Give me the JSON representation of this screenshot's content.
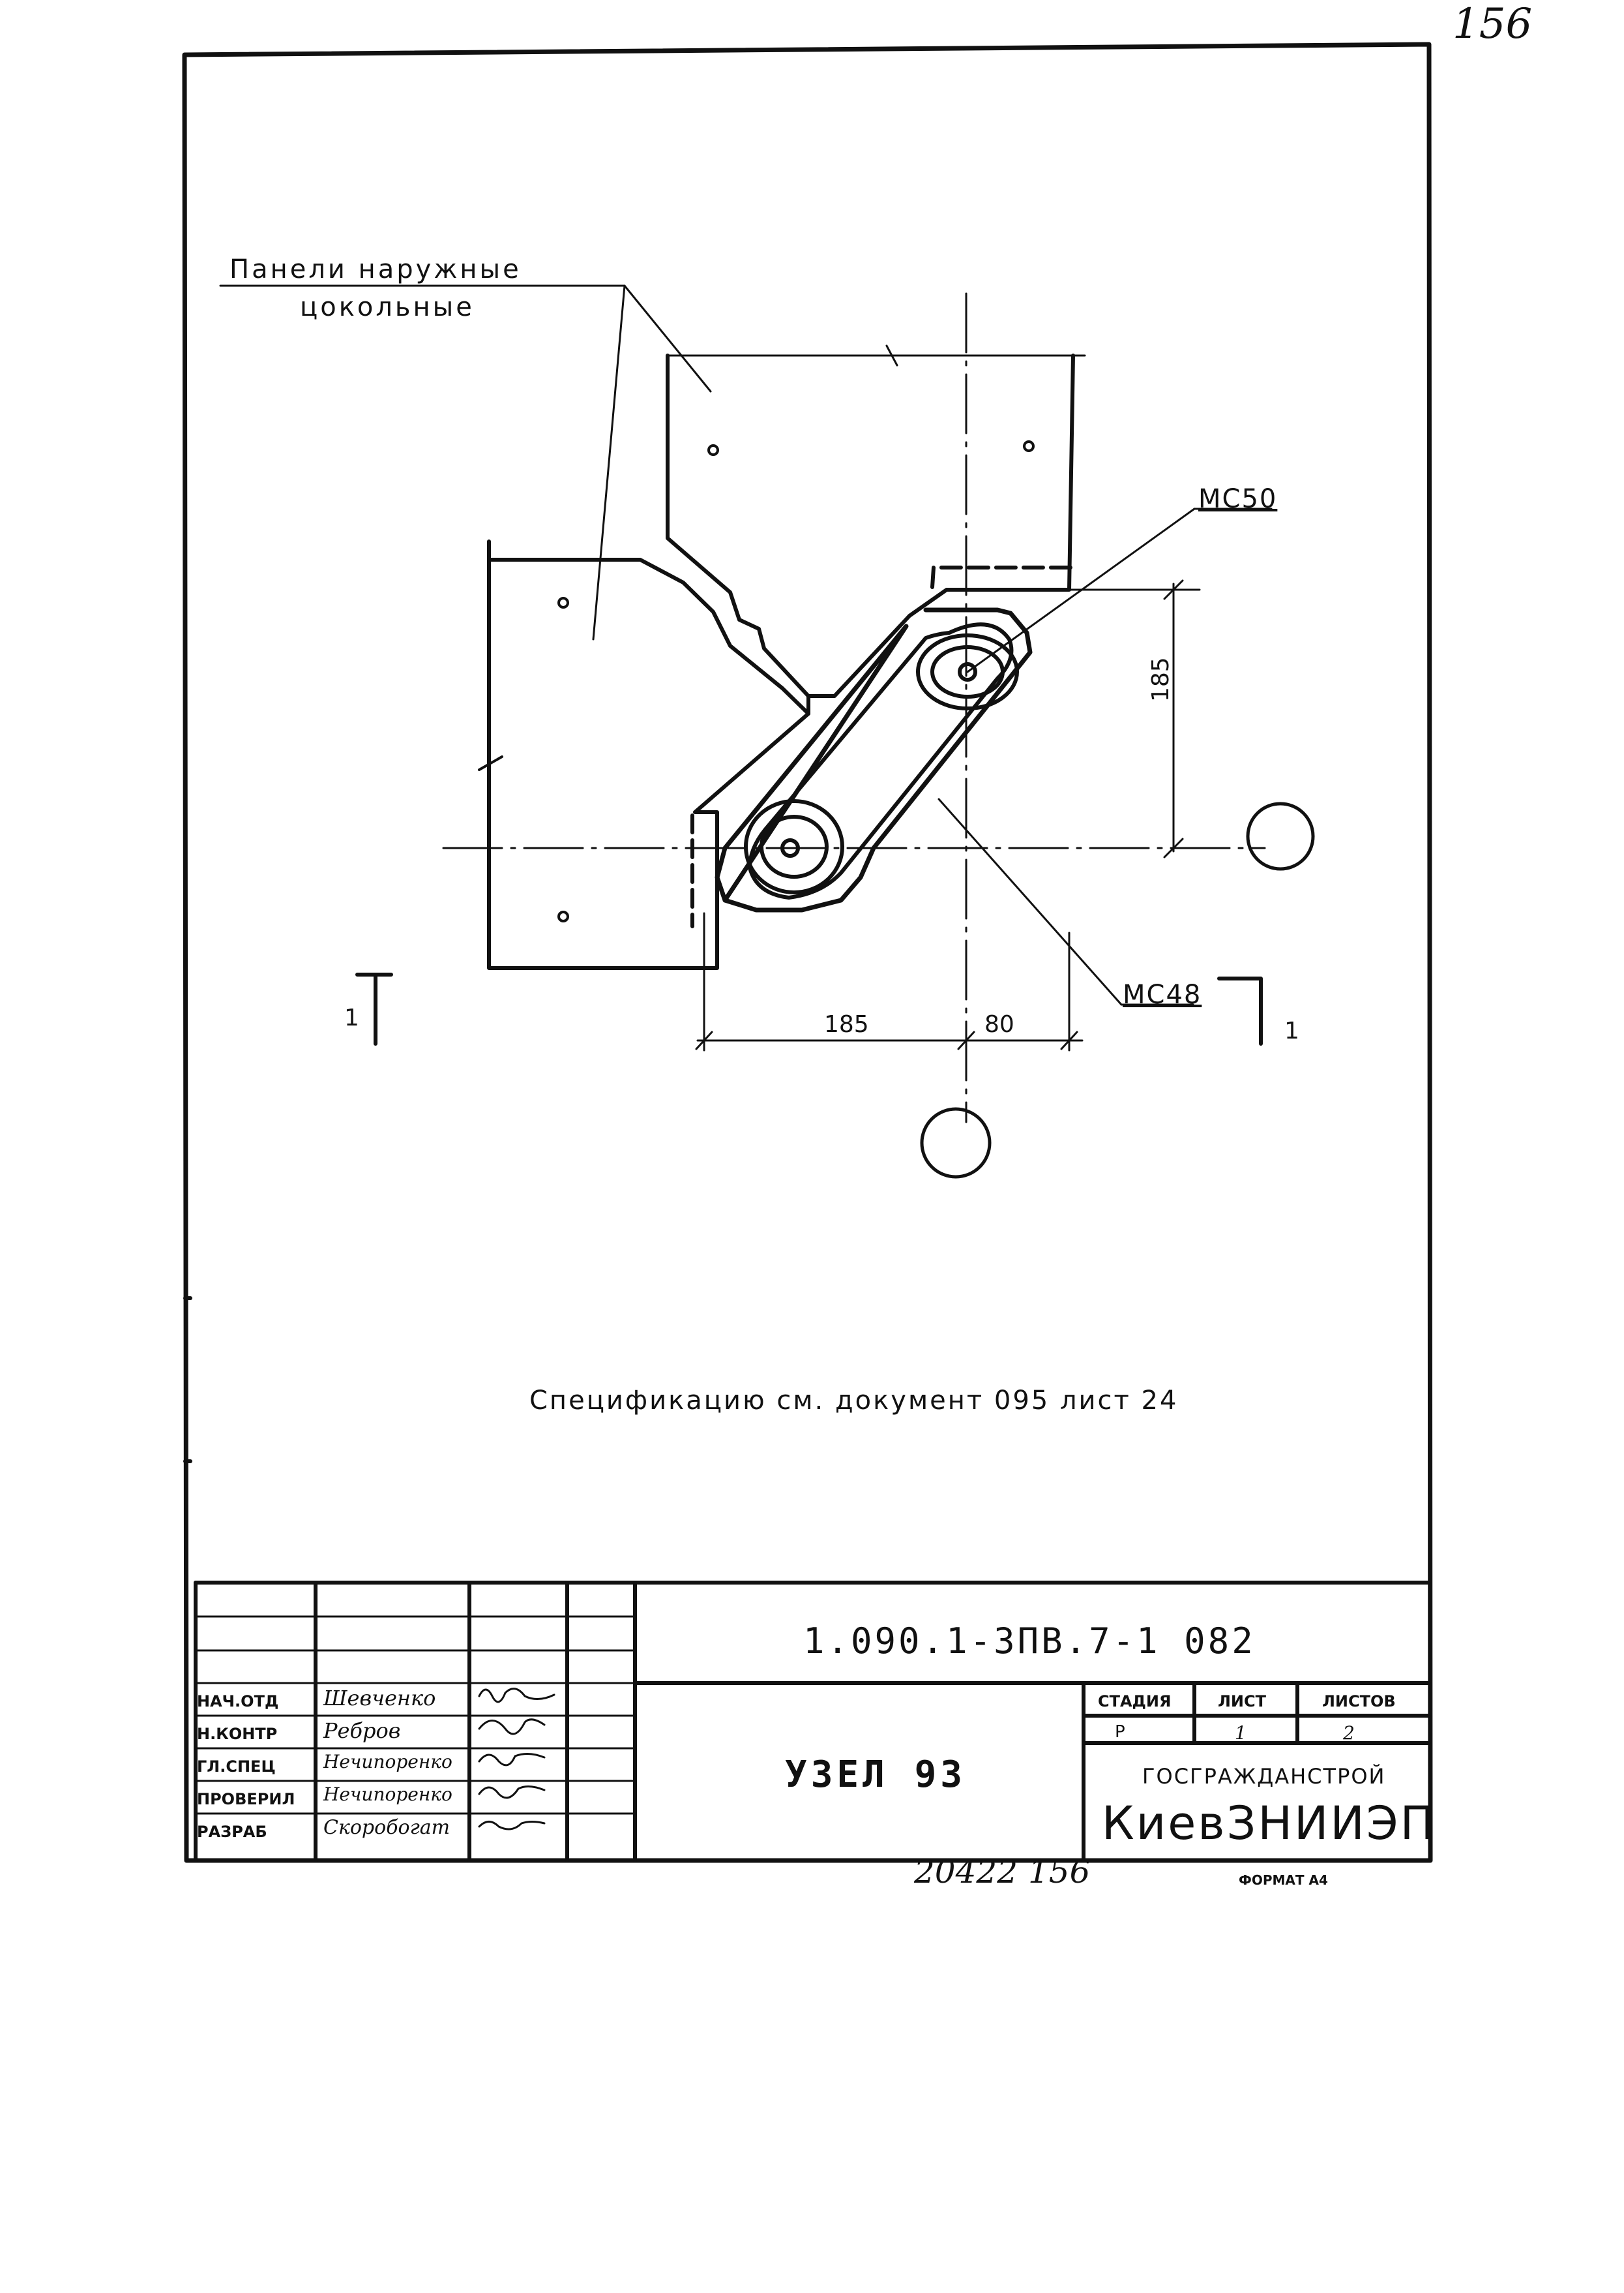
{
  "corner_note": "156",
  "drawing": {
    "panels_label_line1": "Панели наружные",
    "panels_label_line2": "цокольные",
    "mark_mc50": "МС50",
    "mark_mc48": "МС48",
    "dim_vertical": "185",
    "dim_horizontal_left": "185",
    "dim_horizontal_right": "80",
    "section_mark_left": "1",
    "section_mark_right": "1"
  },
  "spec_note": "Спецификацию см. документ 095 лист 24",
  "title_block": {
    "doc_code": "1.090.1-3ПВ.7-1  082",
    "node_title": "УЗЕЛ 93",
    "stage_header": "СТАДИЯ",
    "sheet_header": "ЛИСТ",
    "sheets_header": "ЛИСТОВ",
    "stage_value": "Р",
    "sheet_value": "1",
    "sheets_value": "2",
    "org_line1": "ГОСГРАЖДАНСТРОЙ",
    "org_line2": "КиевЗНИИЭП",
    "roles": [
      {
        "role": "НАЧ.ОТД",
        "name": "Шевченко"
      },
      {
        "role": "Н.КОНТР",
        "name": "Ребров"
      },
      {
        "role": "ГЛ.СПЕЦ",
        "name": "Нечипоренко"
      },
      {
        "role": "ПРОВЕРИЛ",
        "name": "Нечипоренко"
      },
      {
        "role": "РАЗРАБ",
        "name": "Скоробогат"
      }
    ]
  },
  "stamp_number": "20422  156",
  "format_label": "ФОРМАТ А4"
}
